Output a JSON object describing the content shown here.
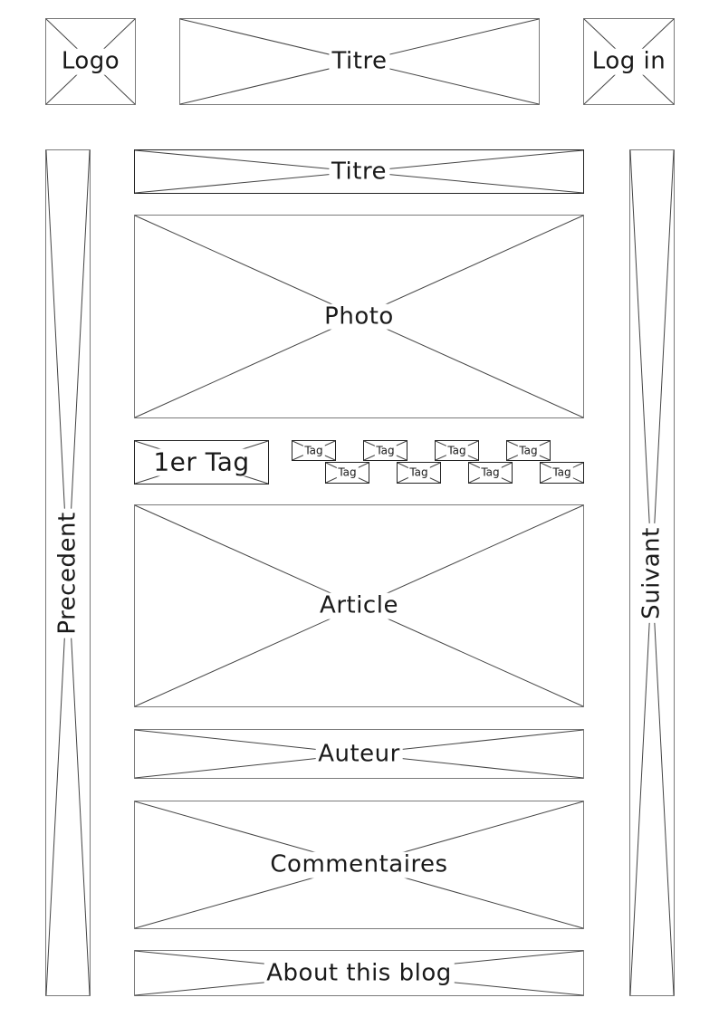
{
  "header": {
    "logo": "Logo",
    "title": "Titre",
    "login": "Log in"
  },
  "sidebar": {
    "previous": "Precedent",
    "next": "Suivant"
  },
  "main": {
    "title": "Titre",
    "photo": "Photo",
    "first_tag": "1er Tag",
    "tags": [
      "Tag",
      "Tag",
      "Tag",
      "Tag",
      "Tag",
      "Tag",
      "Tag",
      "Tag"
    ],
    "article": "Article",
    "author": "Auteur",
    "comments": "Commentaires",
    "about": "About this blog"
  }
}
